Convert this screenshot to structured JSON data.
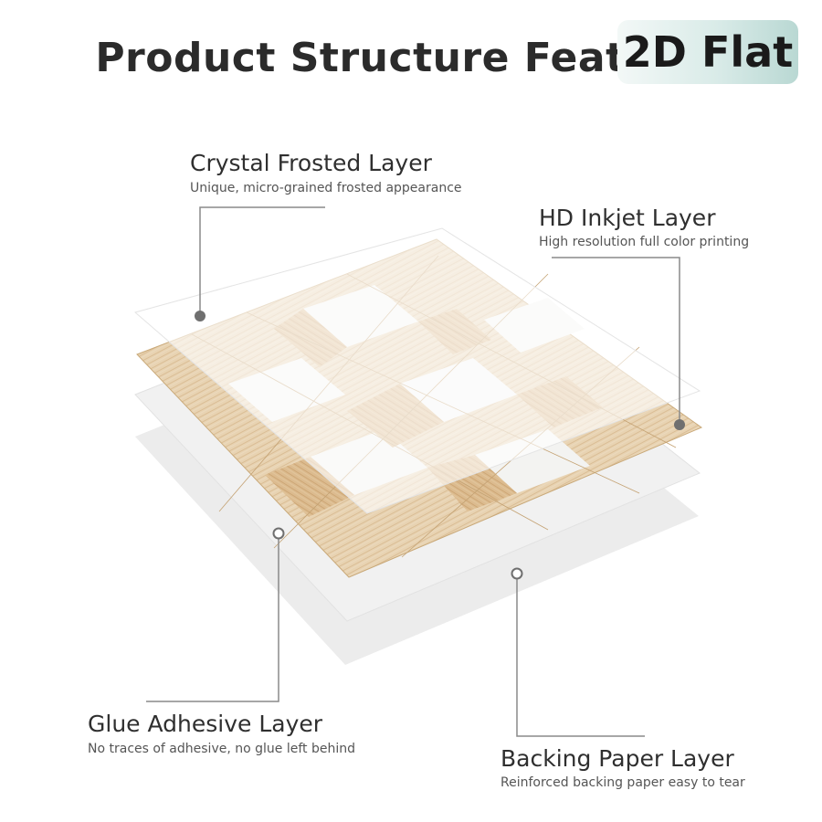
{
  "title": "Product Structure Features",
  "badge": "2D Flat",
  "layers": {
    "frosted": {
      "title": "Crystal Frosted Layer",
      "subtitle": "Unique, micro-grained frosted appearance"
    },
    "inkjet": {
      "title": "HD Inkjet Layer",
      "subtitle": "High resolution full color printing"
    },
    "glue": {
      "title": "Glue Adhesive Layer",
      "subtitle": "No traces of adhesive, no glue left behind"
    },
    "backing": {
      "title": "Backing Paper Layer",
      "subtitle": "Reinforced backing paper easy to tear"
    }
  },
  "colors": {
    "wood_light": "#ead9bf",
    "wood_mid": "#d9b98f",
    "white_marble": "#f4f4f2",
    "sheet_gray": "#efefef",
    "leader_line": "#8a8a8a"
  }
}
